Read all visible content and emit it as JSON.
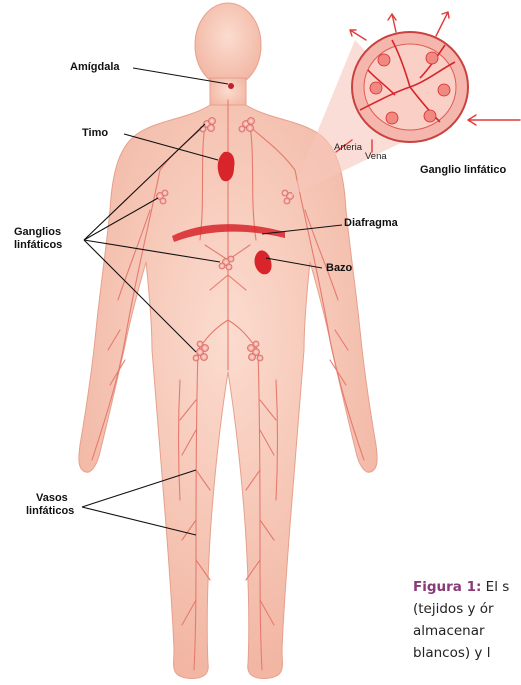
{
  "labels": {
    "amigdala": "Amígdala",
    "timo": "Timo",
    "ganglios_line1": "Ganglios",
    "ganglios_line2": "linfáticos",
    "diafragma": "Diafragma",
    "bazo": "Bazo",
    "vasos_line1": "Vasos",
    "vasos_line2": "linfáticos",
    "ganglio_linfatico": "Ganglio linfático",
    "arteria": "Arteria",
    "vena": "Vena"
  },
  "caption": {
    "figure_label": "Figura 1:",
    "line1_rest": " El s",
    "line2": "(tejidos y ór",
    "line3": "almacenar",
    "line4": "blancos) y l"
  },
  "colors": {
    "body_fill": "#f9d3c6",
    "vessel": "#e67a6e",
    "organ": "#d8252b",
    "node": "#f4a7a6",
    "caption_accent": "#8a3a78"
  }
}
